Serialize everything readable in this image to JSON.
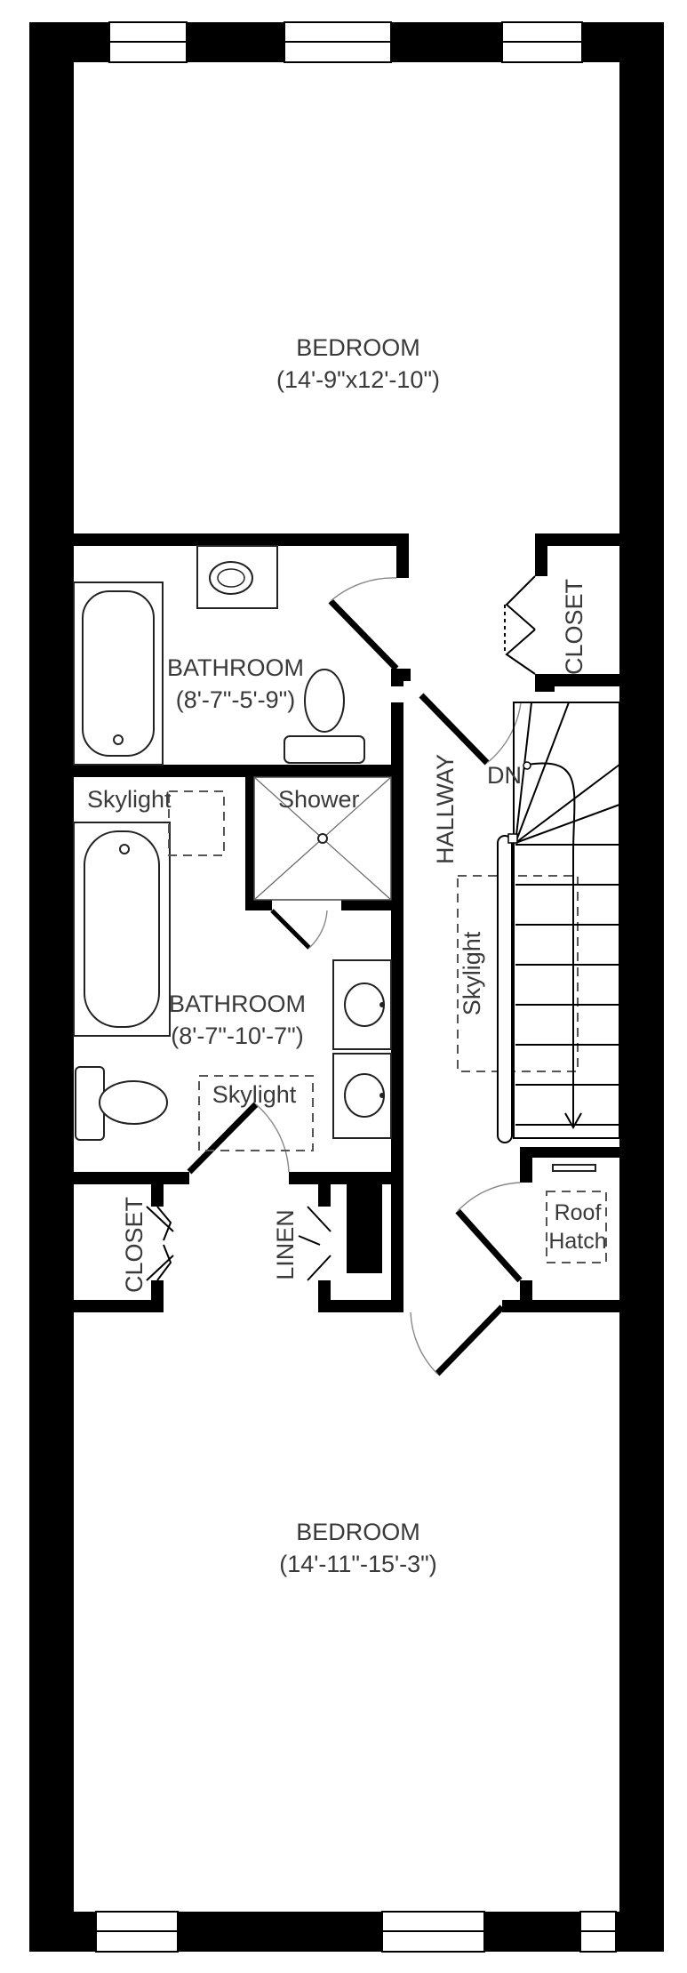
{
  "rooms": {
    "bedroom_top": {
      "name": "BEDROOM",
      "dims": "(14'-9\"x12'-10\")"
    },
    "bathroom_1": {
      "name": "BATHROOM",
      "dims": "(8'-7\"-5'-9\")"
    },
    "bathroom_2": {
      "name": "BATHROOM",
      "dims": "(8'-7\"-10'-7\")"
    },
    "bedroom_bottom": {
      "name": "BEDROOM",
      "dims": "(14'-11\"-15'-3\")"
    }
  },
  "labels": {
    "closet_top": "CLOSET",
    "hallway": "HALLWAY",
    "dn": "DN",
    "skylight_bath": "Skylight",
    "shower": "Shower",
    "skylight_stair": "Skylight",
    "skylight_vanity": "Skylight",
    "closet_bottom": "CLOSET",
    "linen": "LINEN",
    "roof_hatch_line1": "Roof",
    "roof_hatch_line2": "Hatch"
  }
}
